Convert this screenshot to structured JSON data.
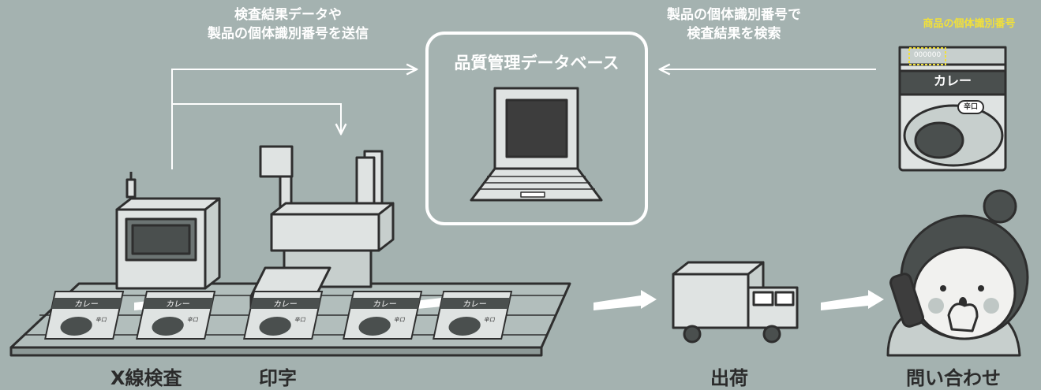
{
  "labels": {
    "send_data": [
      "検査結果データや",
      "製品の個体識別番号を送信"
    ],
    "search": [
      "製品の個体識別番号で",
      "検査結果を検索"
    ],
    "product_id": "商品の個体識別番号",
    "database": "品質管理データベース"
  },
  "package": {
    "serial": "000000",
    "name": "カレー",
    "spice": "辛口"
  },
  "conveyor_packages": {
    "name": "カレー",
    "spice": "辛口",
    "count": 5
  },
  "captions": {
    "xray": "X線検査",
    "print": "印字",
    "ship": "出荷",
    "inquiry": "問い合わせ"
  },
  "colors": {
    "background": "#a4b2b0",
    "line": "#ffffff",
    "ink": "#2e2e2e",
    "highlight": "#f1e03a"
  }
}
